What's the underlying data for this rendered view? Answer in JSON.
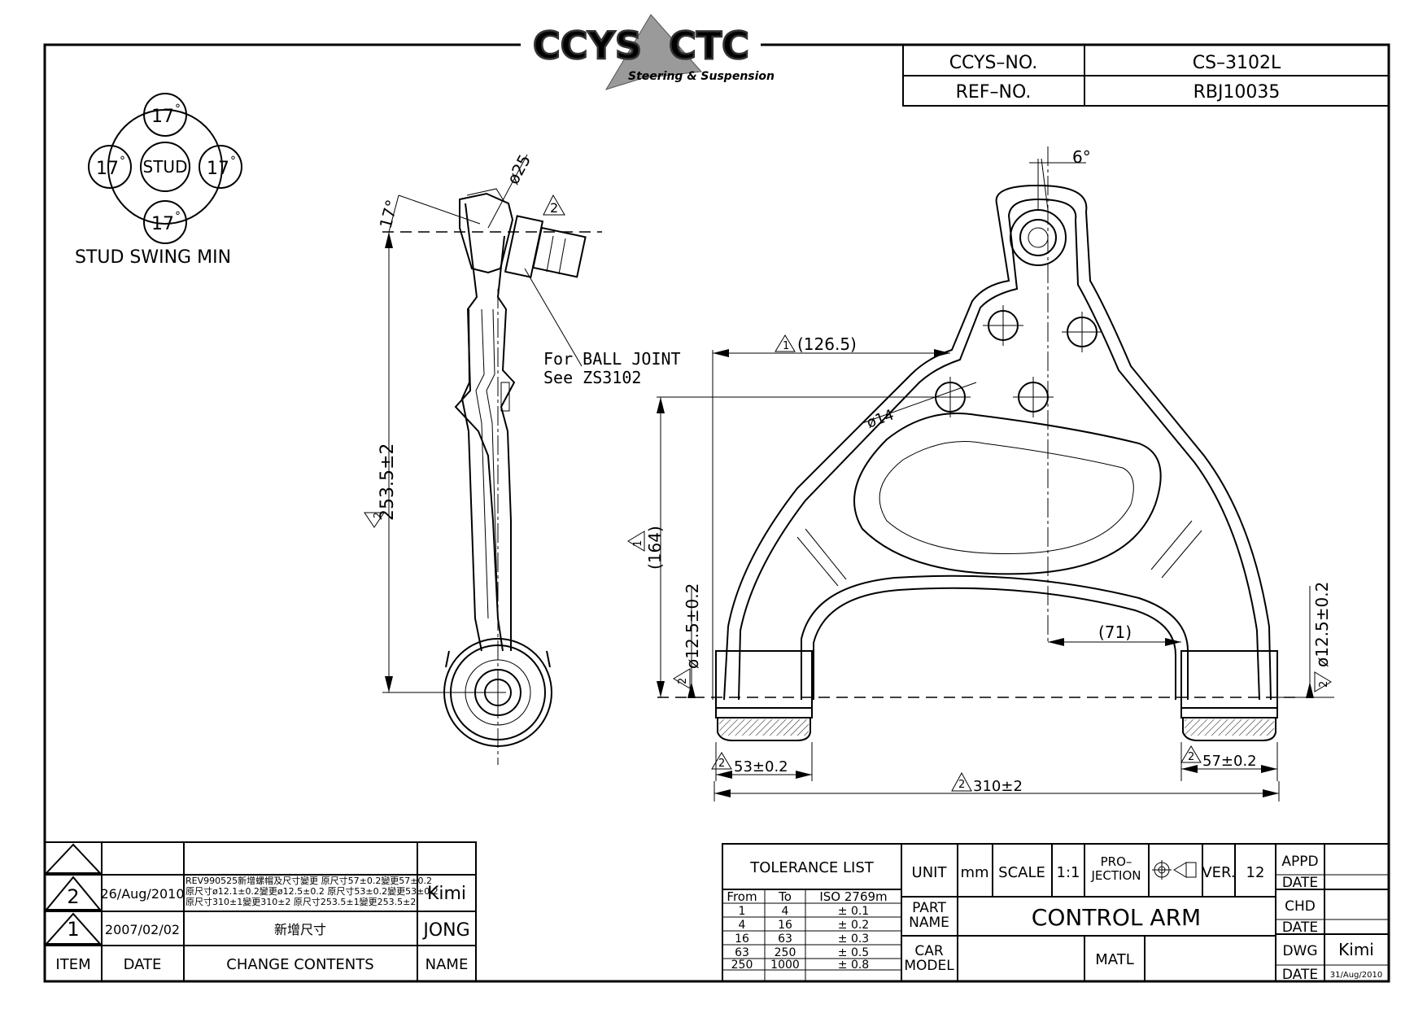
{
  "logo": {
    "brand_left": "CCYS",
    "brand_right": "CTC",
    "tagline": "Steering & Suspension"
  },
  "header": {
    "ccys_no_label": "CCYS–NO.",
    "ccys_no_value": "CS–3102L",
    "ref_no_label": "REF–NO.",
    "ref_no_value": "RBJ10035"
  },
  "stud_swing": {
    "top": "17",
    "left": "17",
    "right": "17",
    "bottom": "17",
    "center": "STUD",
    "caption": "STUD SWING MIN",
    "degree": "°"
  },
  "side_view": {
    "angle": "17°",
    "diameter": "ø25",
    "rev_mark": "2",
    "height": "253.5±2",
    "note_line1": "For BALL JOINT",
    "note_line2": "See ZS3102"
  },
  "front_view": {
    "angle": "6°",
    "width_126": "(126.5)",
    "hole_dia": "ø14",
    "height_164": "(164)",
    "bush_left": "ø12.5±0.2",
    "bush_right": "ø12.5±0.2",
    "offset_71": "(71)",
    "left_width": "53±0.2",
    "right_width": "57±0.2",
    "overall": "310±2",
    "mark_1": "1",
    "mark_2": "2"
  },
  "revisions": {
    "headers": {
      "item": "ITEM",
      "date": "DATE",
      "contents": "CHANGE CONTENTS",
      "name": "NAME"
    },
    "rows": [
      {
        "item": "2",
        "date": "26/Aug/2010",
        "line1": "REV990525新增螺帽及尺寸變更  原尺寸57±0.2變更57±0.2",
        "line2": "原尺寸ø12.1±0.2變更ø12.5±0.2  原尺寸53±0.2變更53±0.2",
        "line3": "原尺寸310±1變更310±2  原尺寸253.5±1變更253.5±2",
        "name": "Kimi"
      },
      {
        "item": "1",
        "date": "2007/02/02",
        "line1": "新增尺寸",
        "name": "JONG"
      }
    ]
  },
  "title_block": {
    "tolerance_title": "TOLERANCE LIST",
    "tol_headers": {
      "from": "From",
      "to": "To",
      "iso": "ISO 2769m"
    },
    "tolerances": [
      {
        "from": "1",
        "to": "4",
        "tol": "± 0.1"
      },
      {
        "from": "4",
        "to": "16",
        "tol": "± 0.2"
      },
      {
        "from": "16",
        "to": "63",
        "tol": "± 0.3"
      },
      {
        "from": "63",
        "to": "250",
        "tol": "± 0.5"
      },
      {
        "from": "250",
        "to": "1000",
        "tol": "± 0.8"
      }
    ],
    "unit_label": "UNIT",
    "unit_value": "mm",
    "scale_label": "SCALE",
    "scale_value": "1:1",
    "projection_l1": "PRO–",
    "projection_l2": "JECTION",
    "ver_label": "VER.",
    "ver_value": "12",
    "part_name_l1": "PART",
    "part_name_l2": "NAME",
    "part_name": "CONTROL ARM",
    "car_model_l1": "CAR",
    "car_model_l2": "MODEL",
    "matl_label": "MATL",
    "appd": "APPD",
    "date1": "DATE",
    "chd": "CHD",
    "date2": "DATE",
    "dwg": "DWG",
    "dwg_value": "Kimi",
    "date3": "DATE",
    "date3_value": "31/Aug/2010"
  }
}
